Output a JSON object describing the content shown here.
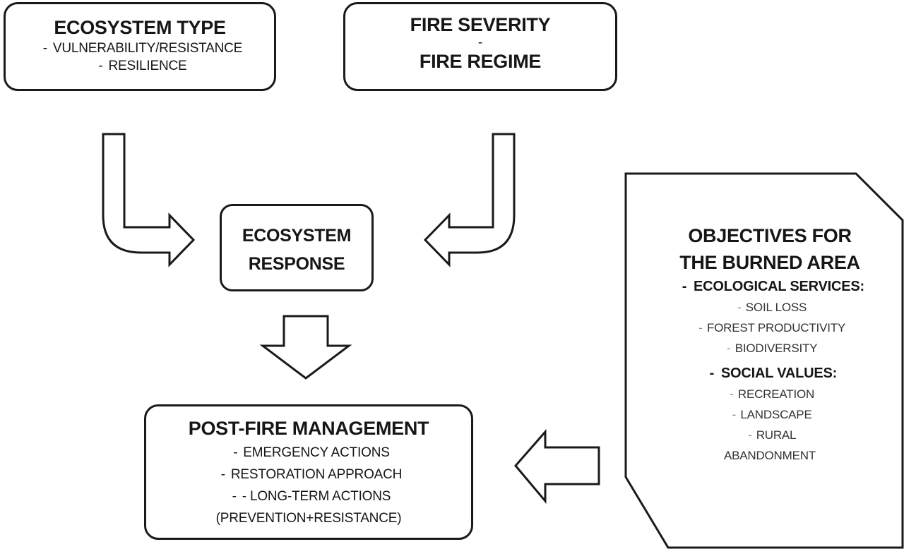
{
  "ecosystem_type": {
    "title": "ECOSYSTEM TYPE",
    "items": [
      "VULNERABILITY/RESISTANCE",
      "RESILIENCE"
    ]
  },
  "fire": {
    "line1": "FIRE SEVERITY",
    "separator": "-",
    "line2": "FIRE REGIME"
  },
  "ecosystem_response": {
    "line1": "ECOSYSTEM",
    "line2": "RESPONSE"
  },
  "post_fire": {
    "title": "POST-FIRE MANAGEMENT",
    "items": [
      "EMERGENCY ACTIONS",
      "RESTORATION APPROACH",
      "- LONG-TERM ACTIONS"
    ],
    "item_extra": "(PREVENTION+RESISTANCE)"
  },
  "objectives": {
    "title_line1": "OBJECTIVES FOR",
    "title_line2": "THE BURNED AREA",
    "ecological": {
      "label": "ECOLOGICAL SERVICES:",
      "items": [
        "SOIL LOSS",
        "FOREST PRODUCTIVITY",
        "BIODIVERSITY"
      ]
    },
    "social": {
      "label": "SOCIAL VALUES:",
      "items": [
        "RECREATION",
        "LANDSCAPE",
        "RURAL"
      ],
      "item_extra": "ABANDONMENT"
    }
  }
}
